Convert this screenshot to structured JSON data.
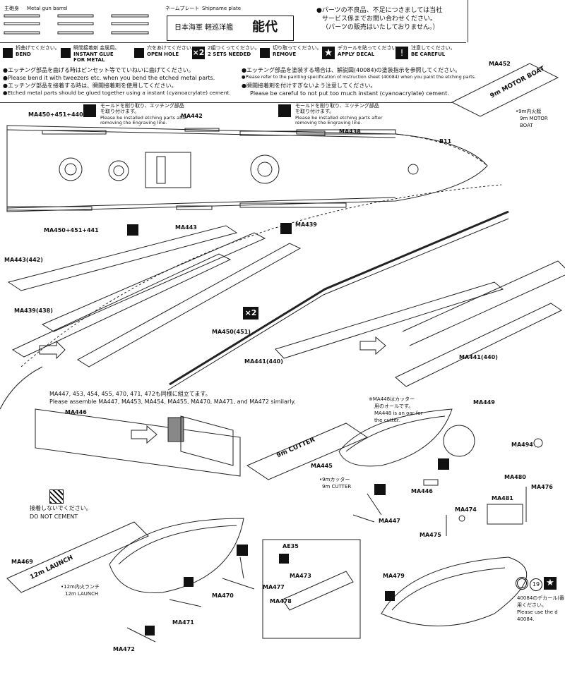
{
  "header": {
    "barrel_jp": "主砲身",
    "barrel_en": "Metal gun barrel",
    "plate_jp": "ネームプレート",
    "plate_en": "Shipname plate",
    "plate_text": "日本海軍 軽巡洋艦",
    "plate_name": "能代",
    "notice": [
      "●パーツの不良品、不足につきましては当社",
      "サービス係までお問い合わせください。",
      "（パーツの販売はいたしておりません。）"
    ]
  },
  "legend": [
    {
      "icon": "bend-icon",
      "jp": "折曲げてください。",
      "en": "BEND"
    },
    {
      "icon": "instant-glue-icon",
      "jp": "瞬間接着剤 金属用。",
      "en": "INSTANT GLUE FOR METAL"
    },
    {
      "icon": "open-hole-icon",
      "jp": "穴をあけてください。",
      "en": "OPEN HOLE"
    },
    {
      "icon": "x2-icon",
      "jp": "2組つくってください。",
      "en": "2 SETS NEEDED",
      "symbol": "×2"
    },
    {
      "icon": "remove-icon",
      "jp": "切り取ってください。",
      "en": "REMOVE"
    },
    {
      "icon": "decal-star-icon",
      "jp": "デカールを貼ってください。",
      "en": "APPLY DECAL"
    },
    {
      "icon": "careful-icon",
      "jp": "注意してください。",
      "en": "BE CAREFUL"
    }
  ],
  "instructions_left": [
    "●エッチング部品を曲げる時はピンセット等でていねいに曲げてください。",
    "●Please bend it with tweezers etc. when you bend the etched metal parts.",
    "●エッチング部品を接着する時は、瞬間接着剤を使用してください。",
    "●Etched metal parts should be glued together using a instant (cyanoacrylate) cement."
  ],
  "instructions_right": [
    "●エッチング部品を塗装する場合は、解説図(40084)の塗装指示を参照してください。",
    "●Please refer to the painting specification of instruction sheet (40084) when you paint the etching parts.",
    "●瞬間接着剤を付けすぎないよう注意してください。",
    "Please be careful to not put too much instant (cyanoacrylate) cement."
  ],
  "engrave_note": {
    "jp": "モールドを削り取り、エッチング部品を取り付けます。",
    "en": "Please be installed etching parts after removing the Engraving line."
  },
  "parts": {
    "ma450_441_440": "MA450+451+440",
    "ma450_441_441": "MA450+451+441",
    "ma442": "MA442",
    "ma438": "MA438",
    "b11": "B11",
    "ma443": "MA443",
    "ma439": "MA439",
    "ma452": "MA452",
    "ma443_442": "MA443(442)",
    "ma439_438": "MA439(438)",
    "x2": "×2",
    "ma450_451": "MA450(451)",
    "ma441_440_a": "MA441(440)",
    "ma441_440_b": "MA441(440)",
    "ma446": "MA446",
    "ma446b": "MA446",
    "ma445": "MA445",
    "ma447": "MA447",
    "ma449": "MA449",
    "ma494": "MA494",
    "ma480": "MA480",
    "ma481": "MA481",
    "ma476": "MA476",
    "ma474": "MA474",
    "ma475": "MA475",
    "ma479": "MA479",
    "ma469": "MA469",
    "ma470": "MA470",
    "ma471": "MA471",
    "ma472": "MA472",
    "ae35": "AE35",
    "ma473": "MA473",
    "ma477": "MA477",
    "ma478": "MA478"
  },
  "motor_boat": {
    "jp": "•9m内火艇",
    "en1": "9m MOTOR",
    "en2": "BOAT",
    "plate": "9m MOTOR BOAT"
  },
  "assemble_note": {
    "jp": "MA447, 453, 454, 455, 470, 471, 472も同様に組立てます。",
    "en": "Please assemble MA447, MA453, MA454, MA455, MA470, MA471, and MA472 similarly."
  },
  "do_not_cement": {
    "jp": "接着しないでください。",
    "en": "DO NOT CEMENT"
  },
  "cutter": {
    "jp": "•9mカッター",
    "en": "9m CUTTER",
    "plate": "9m CUTTER"
  },
  "oar_note": [
    "※MA448はカッター",
    "用のオールです。",
    "MA448 is an oar for",
    "the cutter."
  ],
  "launch": {
    "jp": "•12m内火ランチ",
    "en": "12m LAUNCH",
    "plate": "12m LAUNCH"
  },
  "decal_note": [
    "40084のデカール(番",
    "用ください。",
    "Please use the d",
    "40084."
  ],
  "decal_num": "19"
}
